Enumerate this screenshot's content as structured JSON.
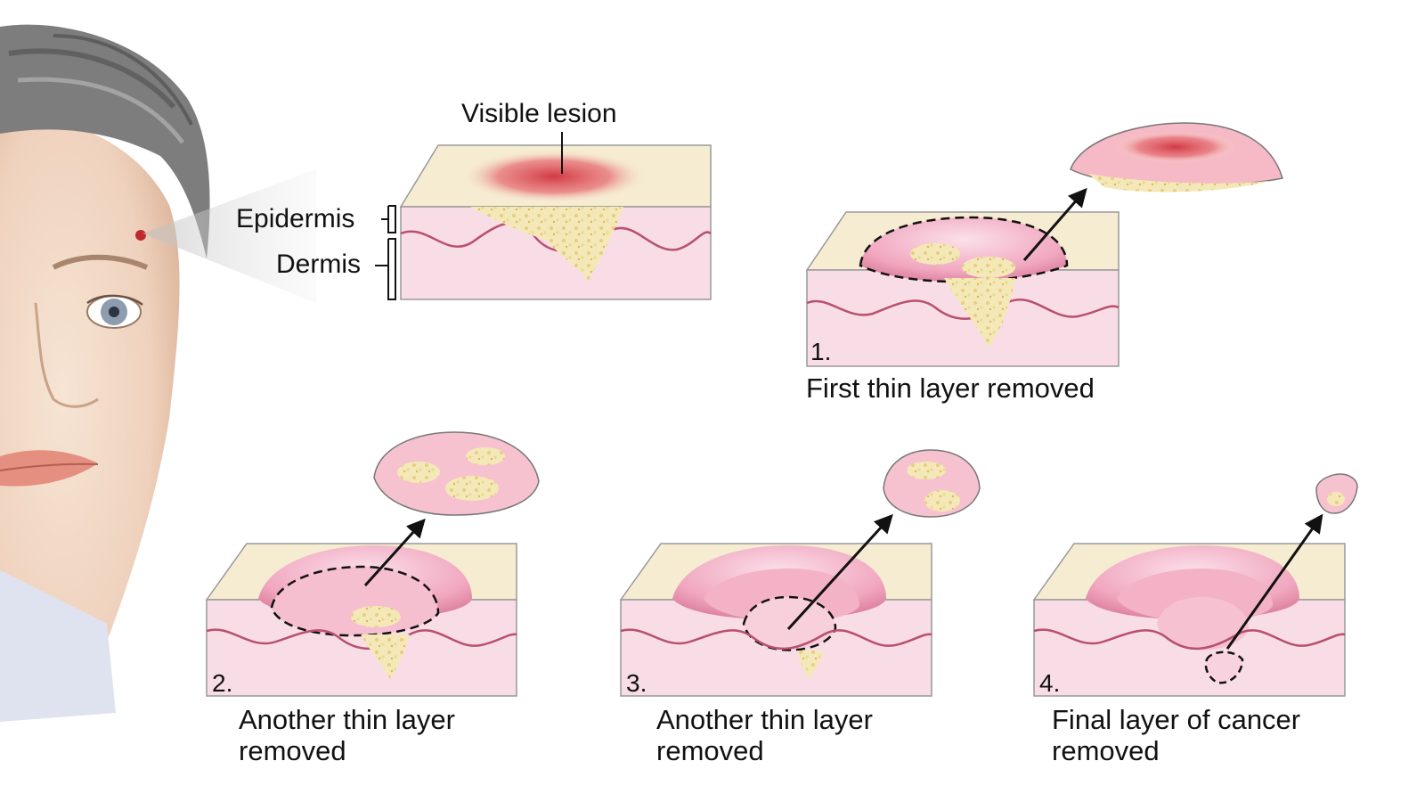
{
  "labels": {
    "visible_lesion": "Visible lesion",
    "epidermis": "Epidermis",
    "dermis": "Dermis"
  },
  "steps": [
    {
      "number": "1.",
      "caption_line1": "First thin layer removed",
      "caption_line2": ""
    },
    {
      "number": "2.",
      "caption_line1": "Another thin layer",
      "caption_line2": "removed"
    },
    {
      "number": "3.",
      "caption_line1": "Another thin layer",
      "caption_line2": "removed"
    },
    {
      "number": "4.",
      "caption_line1": "Final layer of cancer",
      "caption_line2": "removed"
    }
  ],
  "colors": {
    "skin_top": "#f6ecd2",
    "dermis_pink": "#f9dde6",
    "wave_line": "#b8506e",
    "lesion_red": "#d9434a",
    "tumor_cream": "#f3e3a8",
    "cavity_pink": "#f2a9c0",
    "hair_gray": "#7a7a7a",
    "face_skin": "#f1d9c6"
  }
}
